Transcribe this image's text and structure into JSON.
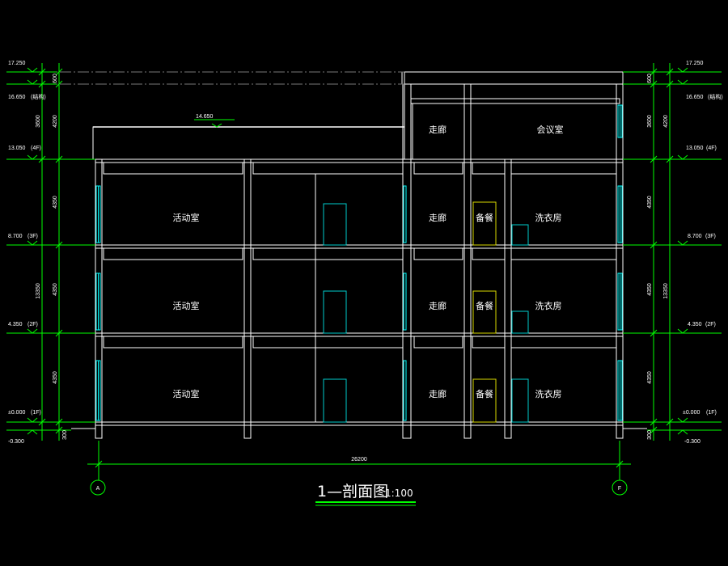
{
  "title": {
    "main": "1—剖面图",
    "scale": "1:100"
  },
  "colors": {
    "background": "#000000",
    "line": "#ffffff",
    "dimension": "#00ff00",
    "window": "#00ffff",
    "door": "#00cccc",
    "door_special": "#d8d800"
  },
  "levels": {
    "left": [
      {
        "value": "17.250",
        "note": ""
      },
      {
        "value": "16.650",
        "note": "(结构)"
      },
      {
        "value": "13.050",
        "note": "(4F)"
      },
      {
        "value": "8.700",
        "note": "(3F)"
      },
      {
        "value": "4.350",
        "note": "(2F)"
      },
      {
        "value": "±0.000",
        "note": "(1F)"
      },
      {
        "value": "-0.300",
        "note": ""
      }
    ],
    "right": [
      {
        "value": "17.250",
        "note": ""
      },
      {
        "value": "16.650",
        "note": "(结构)"
      },
      {
        "value": "13.050",
        "note": "(4F)"
      },
      {
        "value": "8.700",
        "note": "(3F)"
      },
      {
        "value": "4.350",
        "note": "(2F)"
      },
      {
        "value": "±0.000",
        "note": "(1F)"
      },
      {
        "value": "-0.300",
        "note": ""
      }
    ],
    "roof_mid": "14.650"
  },
  "dimensions": {
    "left_inner": [
      "600",
      "4200",
      "4350",
      "4350",
      "4350",
      "300"
    ],
    "left_outer": [
      "3600",
      "13350"
    ],
    "right_inner": [
      "600",
      "4200",
      "4350",
      "4350",
      "4350",
      "300"
    ],
    "right_outer": [
      "3600",
      "13350"
    ],
    "total_width": "26200"
  },
  "axes": {
    "left": "A",
    "right": "F"
  },
  "rooms": {
    "f4": {
      "corridor": "走廊",
      "meeting": "会议室"
    },
    "f3": {
      "activity": "活动室",
      "corridor": "走廊",
      "pantry": "备餐",
      "laundry": "洗衣房"
    },
    "f2": {
      "activity": "活动室",
      "corridor": "走廊",
      "pantry": "备餐",
      "laundry": "洗衣房"
    },
    "f1": {
      "activity": "活动室",
      "corridor": "走廊",
      "pantry": "备餐",
      "laundry": "洗衣房"
    }
  }
}
